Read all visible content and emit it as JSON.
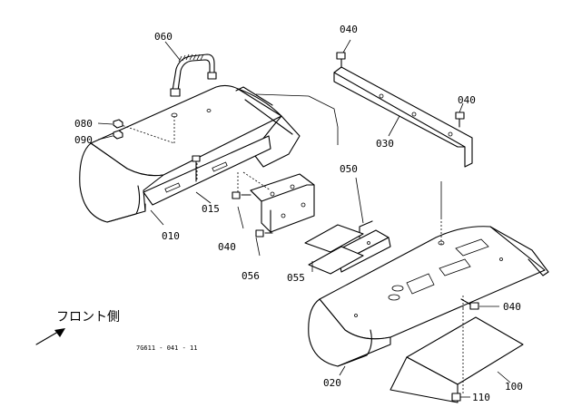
{
  "diagram": {
    "front_label": "フロント側",
    "reference_code": "7G611 - 041 - 11",
    "callouts": {
      "p060": "060",
      "p080": "080",
      "p090": "090",
      "p015": "015",
      "p010": "010",
      "p040_a": "040",
      "p040_b": "040",
      "p040_c": "040",
      "p040_d": "040",
      "p030": "030",
      "p050": "050",
      "p056": "056",
      "p055": "055",
      "p020": "020",
      "p100": "100",
      "p110": "110"
    }
  }
}
